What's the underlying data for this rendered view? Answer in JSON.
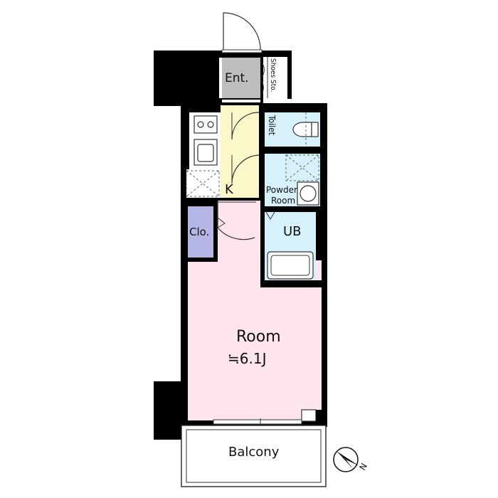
{
  "rooms": {
    "entrance": "Ent.",
    "shoes_storage": "Shoes Sto.",
    "toilet": "Toilet",
    "kitchen": "K",
    "powder_room_line1": "Powder",
    "powder_room_line2": "Room",
    "closet": "Clo.",
    "unit_bath": "UB",
    "room": "Room",
    "room_size": "≒6.1J",
    "balcony": "Balcony"
  },
  "compass": {
    "north_label": "N"
  },
  "colors": {
    "wall": "#000000",
    "entrance": "#bdbdbd",
    "kitchen": "#fbf7c9",
    "wet_area": "#d7f1fa",
    "closet": "#b6b6e6",
    "room": "#fde4ee",
    "balcony": "#ffffff"
  }
}
